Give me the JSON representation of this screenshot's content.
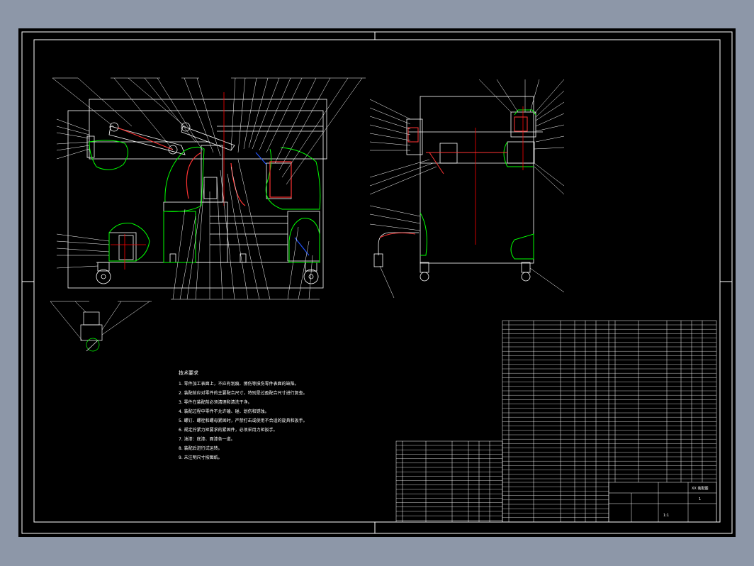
{
  "app": {
    "background": "#8d97a8",
    "canvas_color": "#000000",
    "frame_color": "#ffffff",
    "outline_green": "#00ff00",
    "center_red": "#ff0000",
    "hose_blue": "#2255ff"
  },
  "notes": {
    "title": "技术要求",
    "lines": [
      "1. 零件加工表面上，不应有划痕、擦伤等损伤零件表面的缺陷。",
      "2. 装配前应对零件的主要配合尺寸，特别是过盈配合尺寸进行复查。",
      "3. 零件在装配前必须清理和清洗干净。",
      "4. 装配过程中零件不允许磕、碰、划伤和锈蚀。",
      "5. 螺钉、螺栓和螺母紧固时，严禁打击或使用不合适的旋具和扳手。",
      "6. 规定拧紧力矩要求的紧固件，必须采用力矩扳手。",
      "7. 油漆：底漆、面漆各一道。",
      "8. 装配后进行试运转。",
      "9. 未注明尺寸按图纸。"
    ]
  },
  "title_block": {
    "drawing_name": "XX 装配图",
    "sheet": "1",
    "scale": "1:1"
  }
}
